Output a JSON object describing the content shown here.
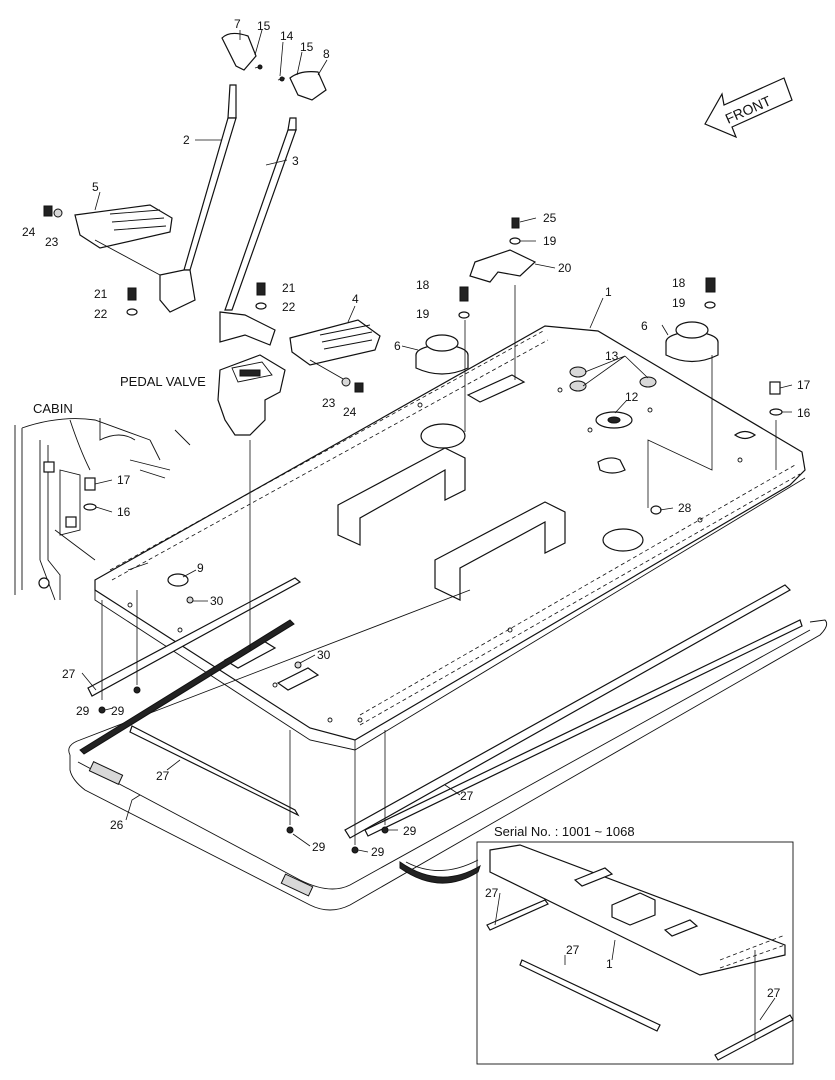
{
  "labels": {
    "front": "FRONT",
    "pedal_valve": "PEDAL VALVE",
    "cabin": "CABIN",
    "serial": "Serial No. : 1001 ~ 1068"
  },
  "callouts": {
    "c1": "1",
    "c2": "2",
    "c3": "3",
    "c4": "4",
    "c5": "5",
    "c6": "6",
    "c7": "7",
    "c8": "8",
    "c9": "9",
    "c12": "12",
    "c13": "13",
    "c14": "14",
    "c15": "15",
    "c16": "16",
    "c17": "17",
    "c18": "18",
    "c19": "19",
    "c20": "20",
    "c21": "21",
    "c22": "22",
    "c23": "23",
    "c24": "24",
    "c25": "25",
    "c26": "26",
    "c27": "27",
    "c28": "28",
    "c29": "29",
    "c30": "30"
  }
}
